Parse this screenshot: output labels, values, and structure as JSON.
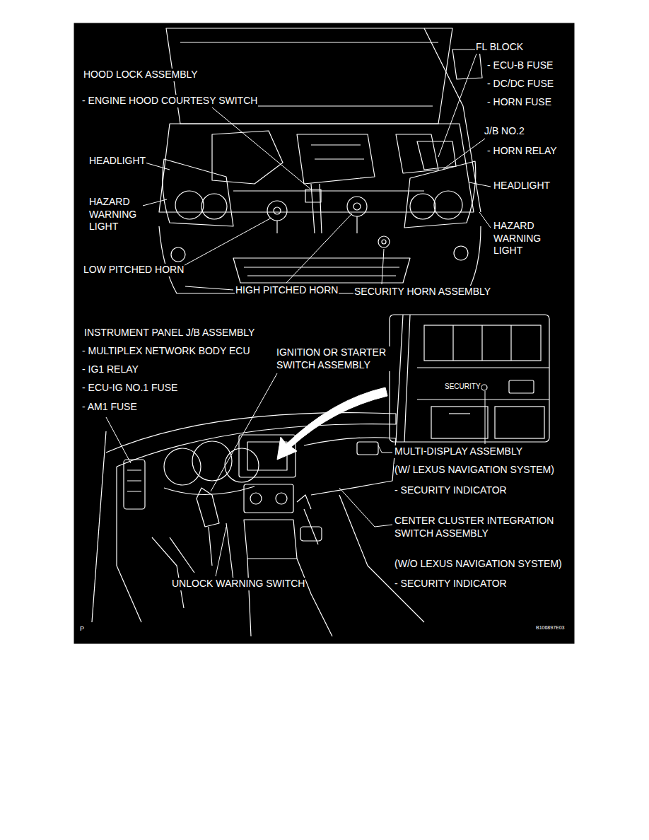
{
  "diagram": {
    "labels": [
      "FL BLOCK",
      "- ECU-B FUSE",
      "- DC/DC FUSE",
      "- HORN FUSE",
      "HOOD LOCK ASSEMBLY",
      "- ENGINE HOOD COURTESY SWITCH",
      "J/B NO.2",
      "- HORN RELAY",
      "HEADLIGHT",
      "HAZARD WARNING LIGHT",
      "HEADLIGHT",
      "HAZARD WARNING LIGHT",
      "LOW PITCHED HORN",
      "HIGH PITCHED HORN",
      "SECURITY HORN ASSEMBLY",
      "INSTRUMENT PANEL J/B ASSEMBLY",
      "- MULTIPLEX NETWORK BODY ECU",
      "- IG1 RELAY",
      "- ECU-IG NO.1 FUSE",
      "- AM1 FUSE",
      "IGNITION OR STARTER SWITCH ASSEMBLY",
      "SECURITY",
      "MULTI-DISPLAY ASSEMBLY",
      "(W/ LEXUS NAVIGATION SYSTEM)",
      "- SECURITY INDICATOR",
      "CENTER CLUSTER INTEGRATION SWITCH ASSEMBLY",
      "(W/O LEXUS NAVIGATION SYSTEM)",
      "- SECURITY INDICATOR",
      "UNLOCK WARNING SWITCH",
      "B106897E03",
      "P"
    ]
  }
}
